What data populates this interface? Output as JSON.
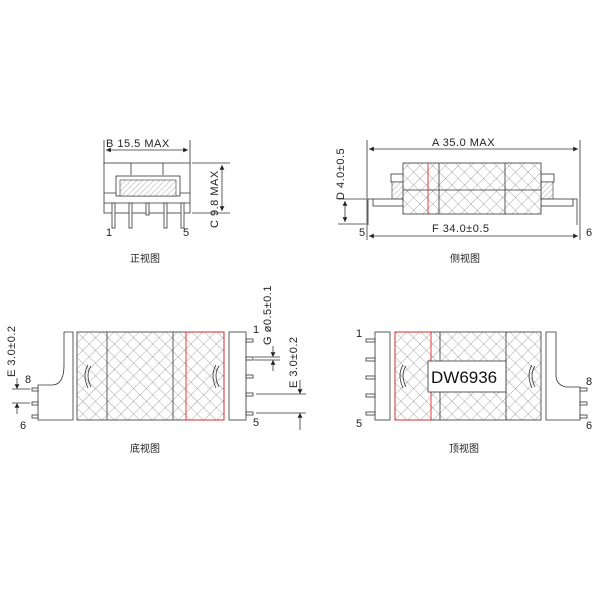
{
  "front_view": {
    "caption": "正视图",
    "dim_b": "B 15.5 MAX",
    "dim_c": "C 9.8 MAX",
    "pin_first": "1",
    "pin_last": "5"
  },
  "side_view": {
    "caption": "侧视图",
    "dim_a": "A 35.0 MAX",
    "dim_d": "D 4.0±0.5",
    "dim_f": "F 34.0±0.5",
    "pin_left": "5",
    "pin_right": "6"
  },
  "bottom_view": {
    "caption": "底视图",
    "dim_e_left": "E 3.0±0.2",
    "dim_g": "G ø0.5±0.1",
    "dim_e_right": "E 3.0±0.2",
    "pin_1": "1",
    "pin_5": "5",
    "pin_8": "8",
    "pin_6": "6"
  },
  "top_view": {
    "caption": "顶视图",
    "part_label": "DW6936",
    "pin_1": "1",
    "pin_5": "5",
    "pin_8": "8",
    "pin_6": "6"
  },
  "colors": {
    "line": "#333333",
    "highlight": "#e0282a"
  }
}
